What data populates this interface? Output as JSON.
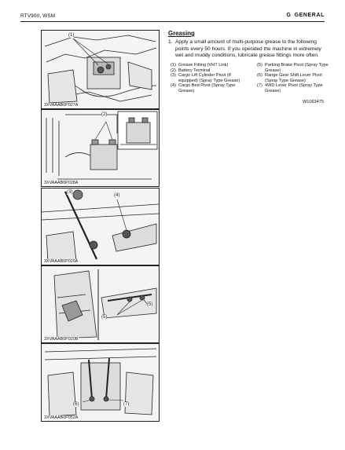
{
  "header": {
    "left": "RTV900, WSM",
    "section_letter": "G",
    "section_title": "GENERAL"
  },
  "figures": [
    {
      "code": "3XVAAAB0P027A",
      "callouts": [
        "(1)"
      ]
    },
    {
      "code": "3XVAAAB0P028A",
      "callouts": [
        "(2)"
      ]
    },
    {
      "code": "3XVAAAB0P029A",
      "callouts": [
        "(3)",
        "(4)"
      ]
    },
    {
      "code": "3XVAAAB0P020B",
      "callouts": [
        "(5)",
        "(5)"
      ]
    },
    {
      "code": "3XVAAAB0P052A",
      "callouts": [
        "(6)",
        "(7)"
      ]
    }
  ],
  "section": {
    "title": "Greasing",
    "paragraph_number": "1.",
    "paragraph": "Apply a small amount of multi-purpose grease to the following points every 50 hours.  If you operated the machine in extremely wet and muddy conditions, lubricate grease fittings more often."
  },
  "legend": {
    "left": [
      {
        "num": "(1)",
        "text": "Grease Fitting (VHT Link)"
      },
      {
        "num": "(2)",
        "text": "Battery Terminal"
      },
      {
        "num": "(3)",
        "text": "Cargo Lift Cylinder Pivot (If equipped) (Spray Type Grease)"
      },
      {
        "num": "(4)",
        "text": "Cargo Bed Pivot (Spray Type Grease)"
      }
    ],
    "right": [
      {
        "num": "(5)",
        "text": "Parking Brake Pivot (Spray Type Grease)"
      },
      {
        "num": "(6)",
        "text": "Range Gear Shift Lever Pivot (Spray Type Grease)"
      },
      {
        "num": "(7)",
        "text": "4WD Lever Pivot (Spray Type Grease)"
      }
    ]
  },
  "reference_code": "W1063475"
}
